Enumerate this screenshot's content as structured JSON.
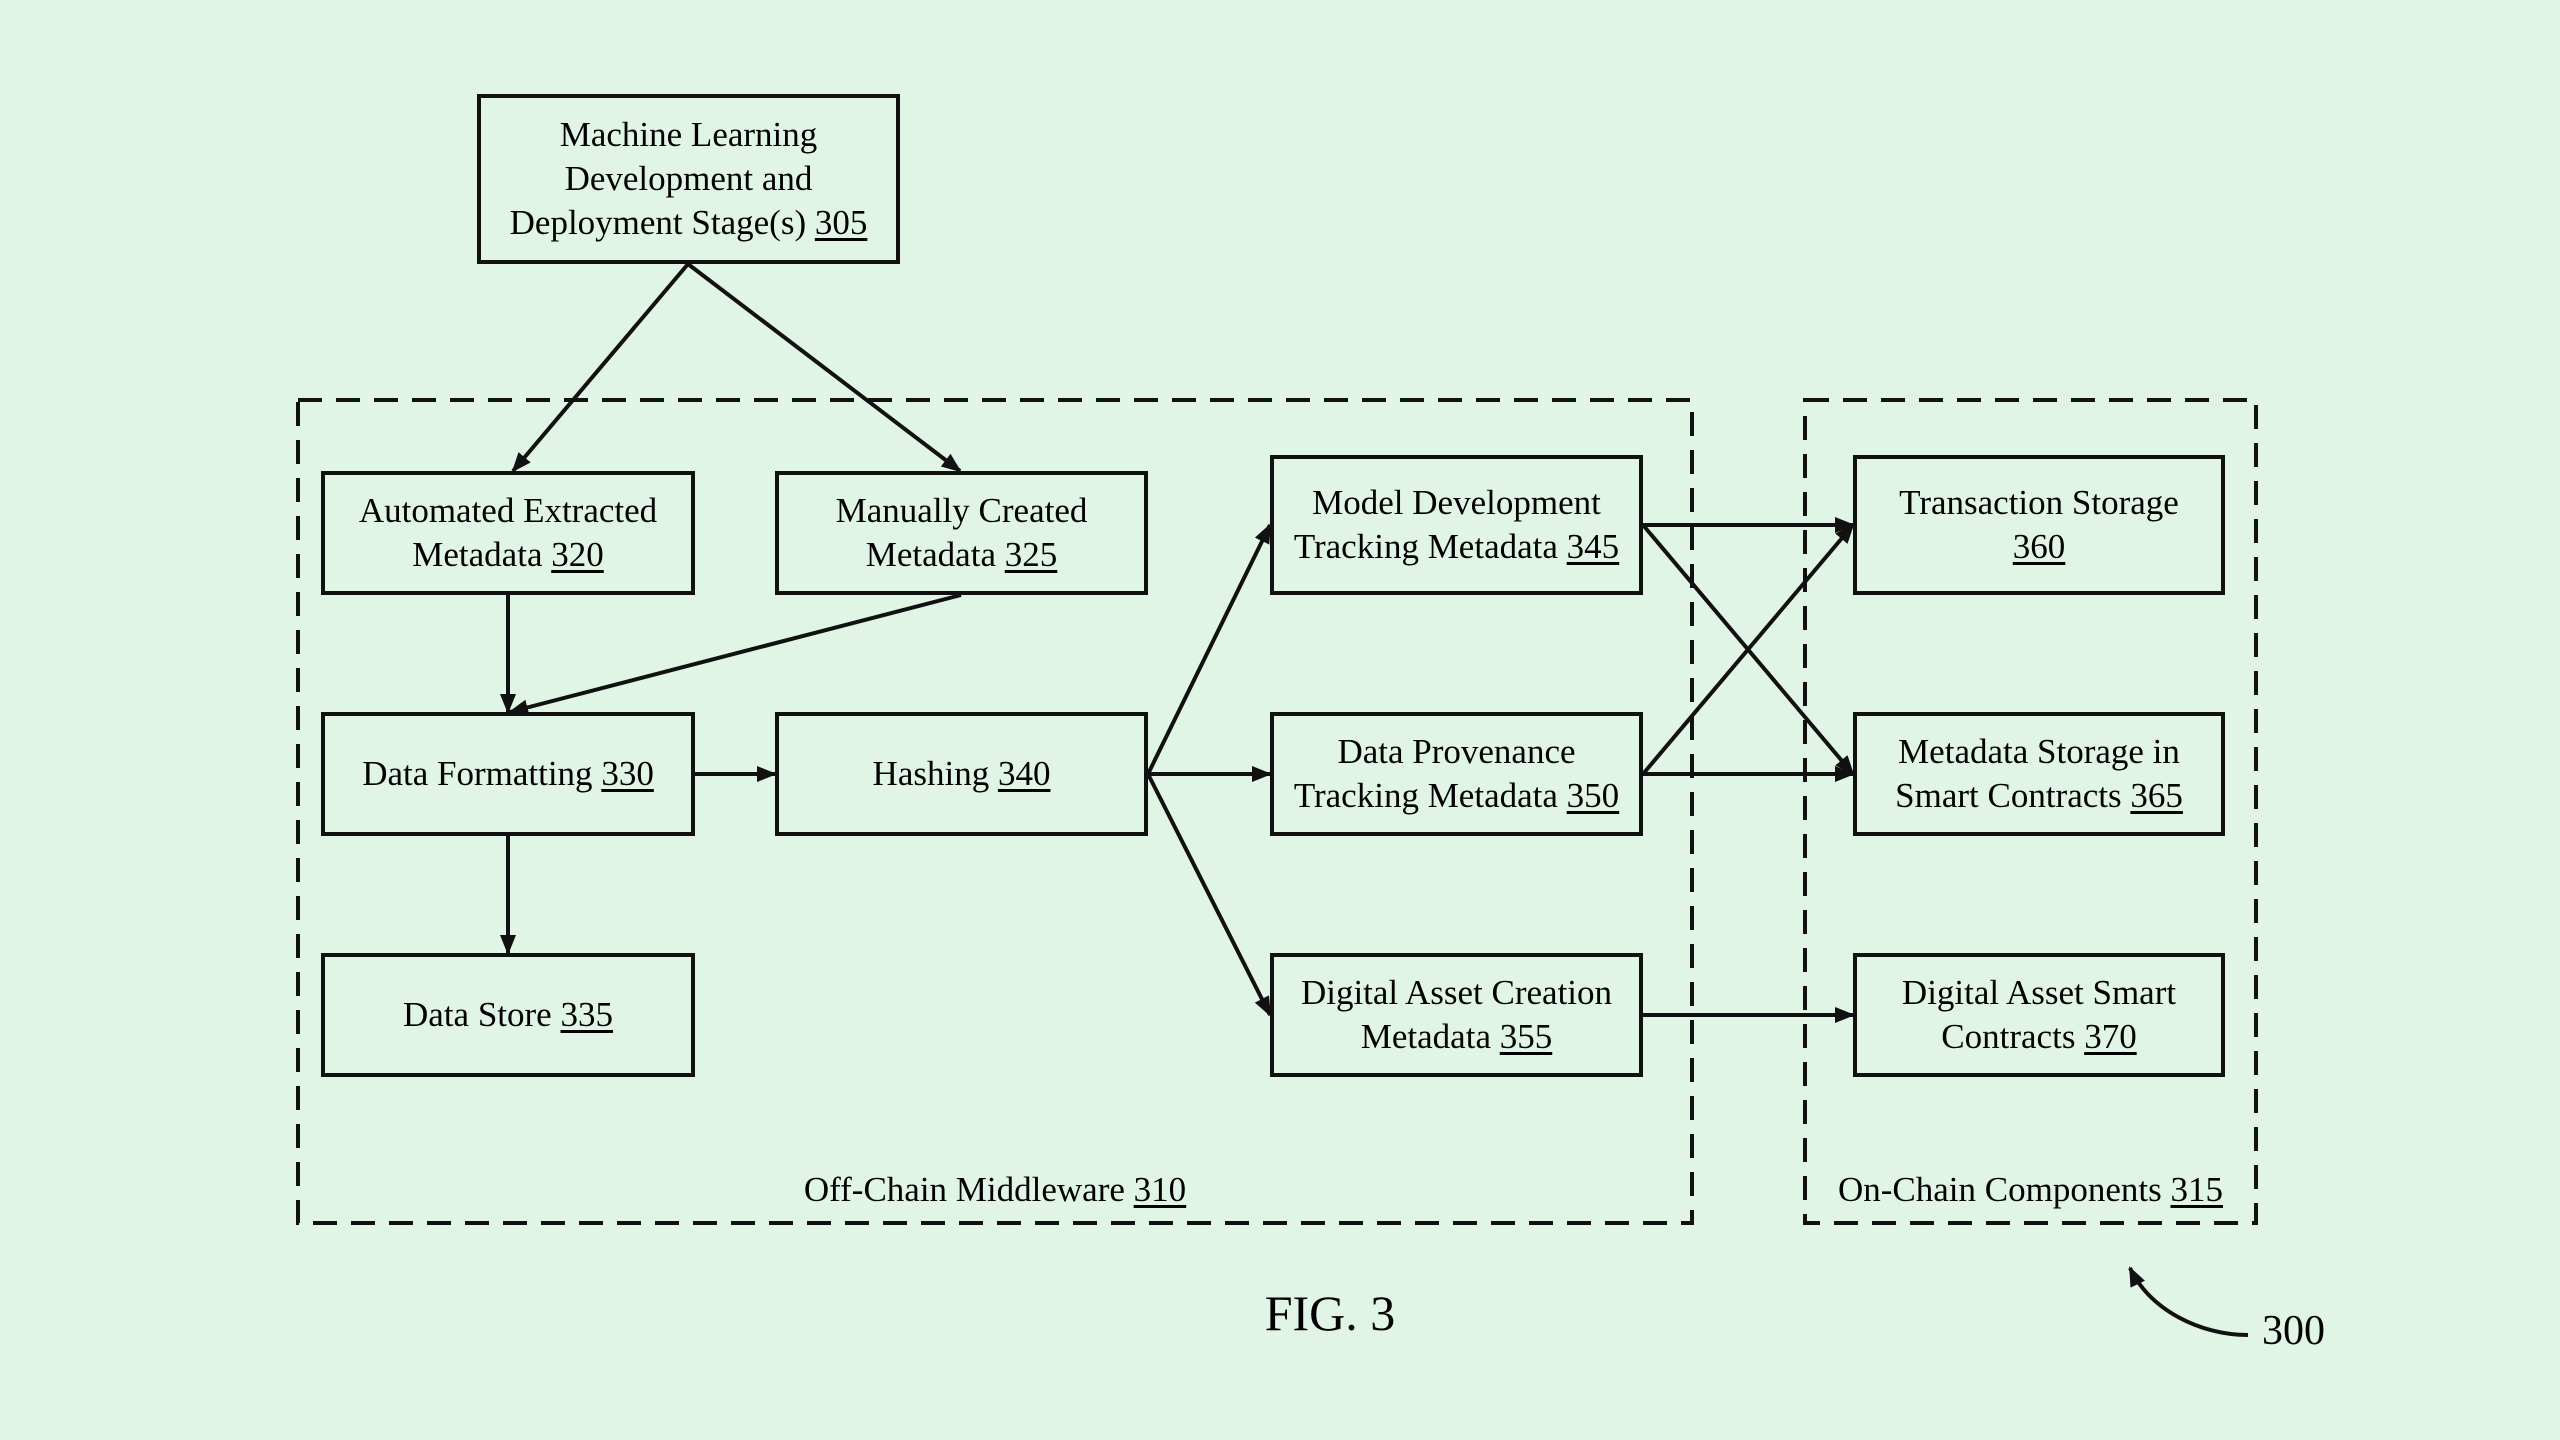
{
  "nodes": {
    "ml_stage": {
      "lines": [
        "Machine Learning",
        "Development and",
        "Deployment Stage(s) "
      ],
      "ref": "305"
    },
    "auto_meta": {
      "lines": [
        "Automated Extracted",
        "Metadata "
      ],
      "ref": "320"
    },
    "manual_meta": {
      "lines": [
        "Manually Created",
        "Metadata "
      ],
      "ref": "325"
    },
    "data_formatting": {
      "lines": [
        "Data Formatting "
      ],
      "ref": "330"
    },
    "hashing": {
      "lines": [
        "Hashing "
      ],
      "ref": "340"
    },
    "data_store": {
      "lines": [
        "Data Store "
      ],
      "ref": "335"
    },
    "model_dev": {
      "lines": [
        "Model Development",
        "Tracking Metadata "
      ],
      "ref": "345"
    },
    "data_prov": {
      "lines": [
        "Data Provenance",
        "Tracking Metadata "
      ],
      "ref": "350"
    },
    "asset_creation": {
      "lines": [
        "Digital Asset Creation",
        "Metadata "
      ],
      "ref": "355"
    },
    "tx_storage": {
      "lines": [
        "Transaction Storage",
        ""
      ],
      "ref": "360"
    },
    "meta_storage": {
      "lines": [
        "Metadata Storage in",
        "Smart Contracts "
      ],
      "ref": "365"
    },
    "asset_contracts": {
      "lines": [
        "Digital Asset Smart",
        "Contracts "
      ],
      "ref": "370"
    }
  },
  "regions": {
    "offchain": {
      "label": "Off-Chain Middleware ",
      "ref": "310"
    },
    "onchain": {
      "label": "On-Chain Components ",
      "ref": "315"
    }
  },
  "figure": {
    "label": "FIG. 3",
    "number": "300"
  },
  "colors": {
    "background": "#e0f5e6",
    "ink": "#111111"
  }
}
